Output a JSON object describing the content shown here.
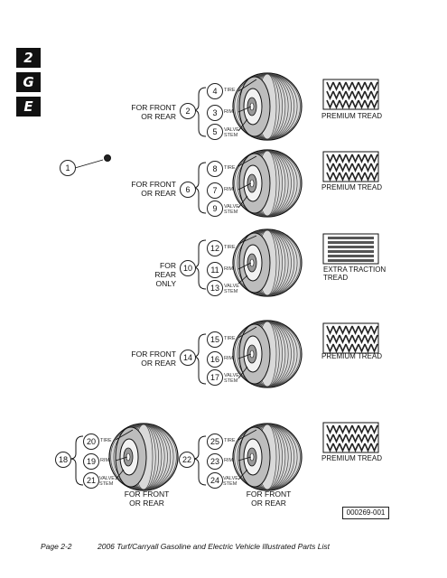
{
  "tabs": [
    "2",
    "G",
    "E"
  ],
  "item1": {
    "ref": "1"
  },
  "assemblies": [
    {
      "ref": "2",
      "parts": [
        {
          "num": "4",
          "label": "TIRE"
        },
        {
          "num": "3",
          "label": "RIM"
        },
        {
          "num": "5",
          "label": "VALVE STEM"
        }
      ],
      "application": "FOR FRONT OR REAR",
      "tread": "PREMIUM TREAD"
    },
    {
      "ref": "6",
      "parts": [
        {
          "num": "8",
          "label": "TIRE"
        },
        {
          "num": "7",
          "label": "RIM"
        },
        {
          "num": "9",
          "label": "VALVE STEM"
        }
      ],
      "application": "FOR FRONT OR REAR",
      "tread": "PREMIUM TREAD"
    },
    {
      "ref": "10",
      "parts": [
        {
          "num": "12",
          "label": "TIRE"
        },
        {
          "num": "11",
          "label": "RIM"
        },
        {
          "num": "13",
          "label": "VALVE STEM"
        }
      ],
      "application": "FOR REAR ONLY",
      "tread": "EXTRA TRACTION TREAD"
    },
    {
      "ref": "14",
      "parts": [
        {
          "num": "15",
          "label": "TIRE"
        },
        {
          "num": "16",
          "label": "RIM"
        },
        {
          "num": "17",
          "label": "VALVE STEM"
        }
      ],
      "application": "FOR FRONT OR REAR",
      "tread": "PREMIUM TREAD"
    },
    {
      "ref": "18",
      "parts": [
        {
          "num": "20",
          "label": "TIRE"
        },
        {
          "num": "19",
          "label": "RIM"
        },
        {
          "num": "21",
          "label": "VALVE STEM"
        }
      ],
      "application": "FOR FRONT OR REAR"
    },
    {
      "ref": "22",
      "parts": [
        {
          "num": "25",
          "label": "TIRE"
        },
        {
          "num": "23",
          "label": "RIM"
        },
        {
          "num": "24",
          "label": "VALVE STEM"
        }
      ],
      "application": "FOR FRONT OR REAR",
      "tread": "PREMIUM TREAD"
    }
  ],
  "figure_id": "000269-001",
  "footer": {
    "page": "Page 2-2",
    "title": "2006 Turf/Carryall Gasoline and Electric Vehicle Illustrated Parts List"
  }
}
